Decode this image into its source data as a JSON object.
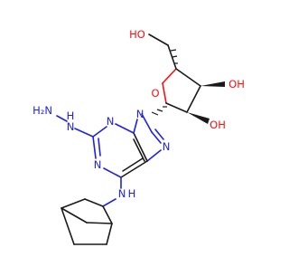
{
  "molecule": {
    "atoms": {
      "ch2oh_o": "HO",
      "oh_c3": "OH",
      "oh_c2": "OH",
      "ring_o": "O",
      "n9": "N",
      "n3": "N",
      "n1": "N",
      "n7": "N",
      "hydrazine_nh2": "H₂N",
      "hydrazine_nh": "H",
      "hydrazine_n": "N",
      "amine_n": "N",
      "amine_h": "H"
    },
    "colors": {
      "carbon": "#1a1a1a",
      "nitrogen": "#1f22e6",
      "oxygen": "#ff0d0d"
    }
  }
}
